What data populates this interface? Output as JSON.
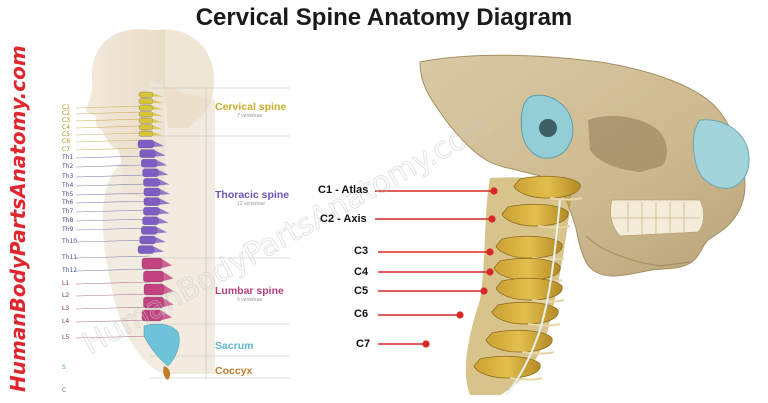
{
  "title": "Cervical Spine Anatomy Diagram",
  "side_watermark": "HumanBodyPartsAnatomy.com",
  "watermark_text": "HumanBodyPartsAnatomy.com",
  "colors": {
    "cervical": "#d6c53a",
    "thoracic": "#7e5ec2",
    "lumbar": "#c2427f",
    "sacrum": "#6fc3d8",
    "coccyx": "#c27c2a",
    "callout_line": "#d62828",
    "side_watermark": "#e0262e"
  },
  "left_vertebra_labels": [
    "C1",
    "C2",
    "C3",
    "C4",
    "C5",
    "C6",
    "C7",
    "Th1",
    "Th2",
    "Th3",
    "Th4",
    "Th5",
    "Th6",
    "Th7",
    "Th8",
    "Th9",
    "Th10",
    "Th11",
    "Th12",
    "L1",
    "L2",
    "L3",
    "L4",
    "L5",
    "S",
    "C"
  ],
  "regions": [
    {
      "name": "Cervical spine",
      "sub": "7 vertebrae"
    },
    {
      "name": "Thoracic spine",
      "sub": "12 vertebrae"
    },
    {
      "name": "Lumbar spine",
      "sub": "5 vertebrae"
    },
    {
      "name": "Sacrum",
      "sub": ""
    },
    {
      "name": "Coccyx",
      "sub": ""
    }
  ],
  "callouts": [
    "C1 - Atlas",
    "C2 - Axis",
    "C3",
    "C4",
    "C5",
    "C6",
    "C7"
  ]
}
